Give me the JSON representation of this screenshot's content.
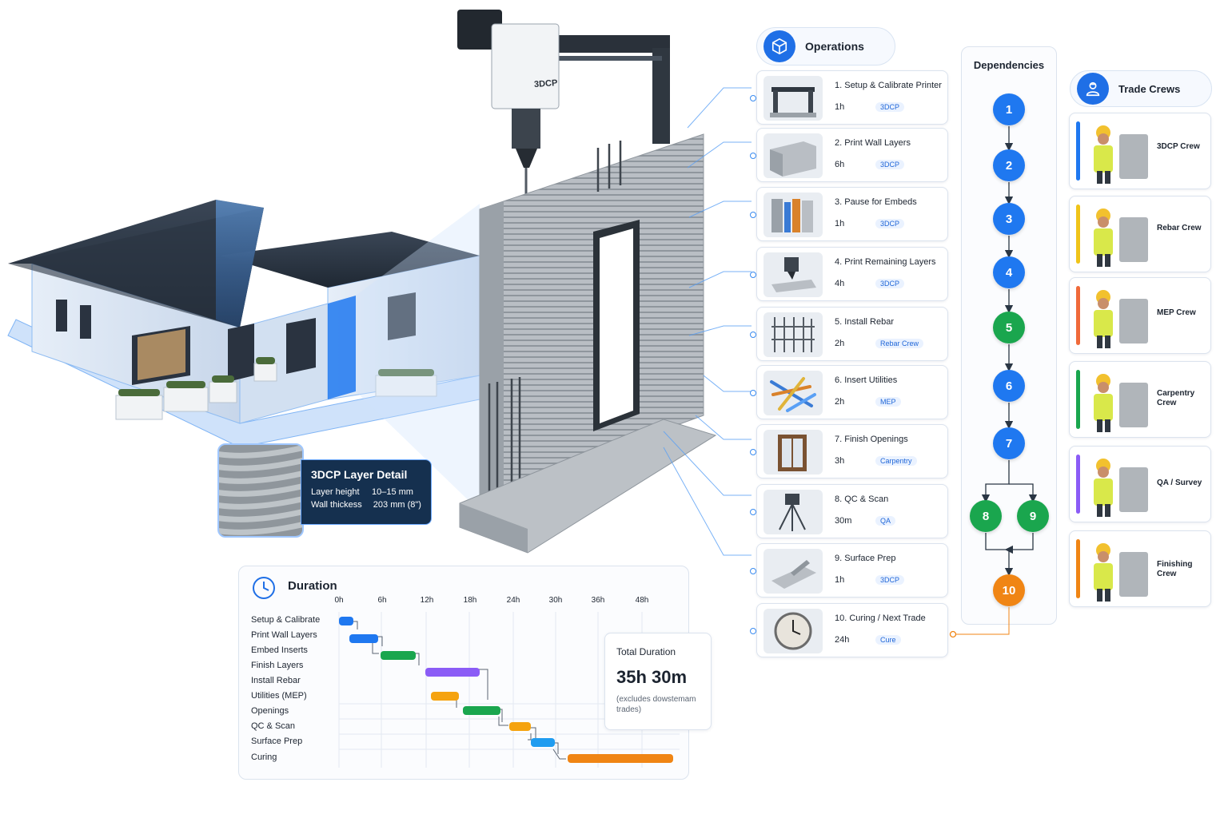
{
  "layer_detail": {
    "title": "3DCP Layer Detail",
    "rows": [
      {
        "label": "Layer height",
        "value": "10–15 mm"
      },
      {
        "label": "Wall thickess",
        "value": "203 mm (8\")"
      }
    ]
  },
  "printer_label": "3DCP",
  "operations": {
    "title": "Operations",
    "icon": "cube-icon",
    "items": [
      {
        "title": "1. Setup & Calibrate Printer",
        "duration": "1h",
        "tag": "3DCP",
        "icon": "printer-gantry-icon"
      },
      {
        "title": "2. Print Wall Layers",
        "duration": "6h",
        "tag": "3DCP",
        "icon": "wall-block-icon"
      },
      {
        "title": "3. Pause for Embeds",
        "duration": "1h",
        "tag": "3DCP",
        "icon": "embeds-icon"
      },
      {
        "title": "4. Print Remaining Layers",
        "duration": "4h",
        "tag": "3DCP",
        "icon": "print-head-icon"
      },
      {
        "title": "5. Install Rebar",
        "duration": "2h",
        "tag": "Rebar Crew",
        "icon": "rebar-cage-icon"
      },
      {
        "title": "6. Insert Utilities",
        "duration": "2h",
        "tag": "MEP",
        "icon": "utilities-icon"
      },
      {
        "title": "7. Finish Openings",
        "duration": "3h",
        "tag": "Carpentry",
        "icon": "window-frame-icon"
      },
      {
        "title": "8. QC & Scan",
        "duration": "30m",
        "tag": "QA",
        "icon": "scanner-tripod-icon"
      },
      {
        "title": "9. Surface Prep",
        "duration": "1h",
        "tag": "3DCP",
        "icon": "trowel-icon"
      },
      {
        "title": "10. Curing / Next Trade",
        "duration": "24h",
        "tag": "Cure",
        "icon": "clock-icon"
      }
    ]
  },
  "dependencies": {
    "title": "Dependencies",
    "nodes": [
      "1",
      "2",
      "3",
      "4",
      "5",
      "6",
      "7",
      "8",
      "9",
      "10"
    ],
    "colors": {
      "blue": "#1f78f0",
      "green": "#1aa64e",
      "orange": "#f08514"
    }
  },
  "trade_crews": {
    "title": "Trade Crews",
    "icon": "crew-icon",
    "items": [
      {
        "label": "3DCP Crew",
        "color": "#1f78f0",
        "icon": "printer-worker-icon"
      },
      {
        "label": "Rebar Crew",
        "color": "#f0c419",
        "icon": "rebar-worker-icon"
      },
      {
        "label": "MEP Crew",
        "color": "#f06a3a",
        "icon": "mep-worker-icon"
      },
      {
        "label": "Carpentry Crew",
        "color": "#1aa64e",
        "icon": "carpentry-worker-icon"
      },
      {
        "label": "QA / Survey",
        "color": "#8b5cf6",
        "icon": "survey-worker-icon"
      },
      {
        "label": "Finishing Crew",
        "color": "#f08514",
        "icon": "finishing-worker-icon"
      }
    ]
  },
  "duration": {
    "title": "Duration",
    "icon": "clock-icon",
    "ticks": [
      "0h",
      "6h",
      "12h",
      "18h",
      "24h",
      "30h",
      "36h",
      "48h"
    ],
    "rows": [
      {
        "label": "Setup & Calibrate",
        "color": "#1f78f0"
      },
      {
        "label": "Print Wall Layers",
        "color": "#1f78f0"
      },
      {
        "label": "Embed Inserts",
        "color": "#1aa64e"
      },
      {
        "label": "Finish Layers",
        "color": "#8b5cf6"
      },
      {
        "label": "Install Rebar",
        "color": "#f5a30f"
      },
      {
        "label": "Utilities (MEP)",
        "color": "#1aa64e"
      },
      {
        "label": "Openings",
        "color": "#f5a30f"
      },
      {
        "label": "QC & Scan",
        "color": "#1f9cf0"
      },
      {
        "label": "Surface Prep",
        "color": "#f08514"
      },
      {
        "label": "Curing",
        "color": "#f08514"
      }
    ],
    "total_label": "Total Duration",
    "total_value": "35h 30m",
    "total_note": "(excludes dowstemam trades)"
  }
}
